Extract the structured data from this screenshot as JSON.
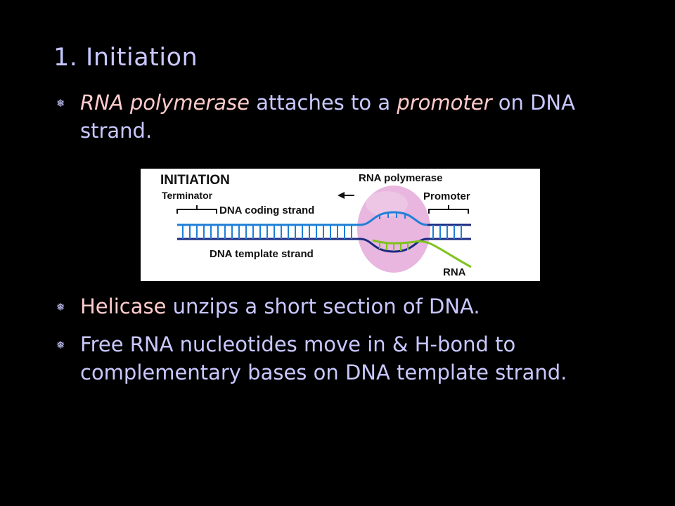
{
  "slide": {
    "title": "1. Initiation",
    "bullets": [
      {
        "parts": [
          {
            "text": "RNA polymerase",
            "style": "highlight-italic"
          },
          {
            "text": " attaches to a ",
            "style": "normal"
          },
          {
            "text": "promoter",
            "style": "highlight-italic"
          },
          {
            "text": " on DNA strand.",
            "style": "normal"
          }
        ]
      },
      {
        "parts": [
          {
            "text": "Helicase",
            "style": "highlight"
          },
          {
            "text": " unzips a short section of DNA.",
            "style": "normal"
          }
        ]
      },
      {
        "parts": [
          {
            "text": "Free RNA nucleotides move in & H-bond to complementary bases on DNA template strand.",
            "style": "normal"
          }
        ]
      }
    ],
    "bullet_symbol": "❅"
  },
  "diagram": {
    "heading": "INITIATION",
    "terminator_label": "Terminator",
    "coding_strand_label": "DNA coding strand",
    "template_strand_label": "DNA template strand",
    "polymerase_label": "RNA polymerase",
    "promoter_label": "Promoter",
    "rna_label": "RNA",
    "colors": {
      "dna_blue": "#1f7fd6",
      "dna_dark": "#1a2a80",
      "rna_green": "#7fc31c",
      "polymerase_pink": "#e8b6df",
      "text_primary": "#c8c8ff",
      "text_highlight": "#ffcccc",
      "background": "#000000"
    }
  }
}
